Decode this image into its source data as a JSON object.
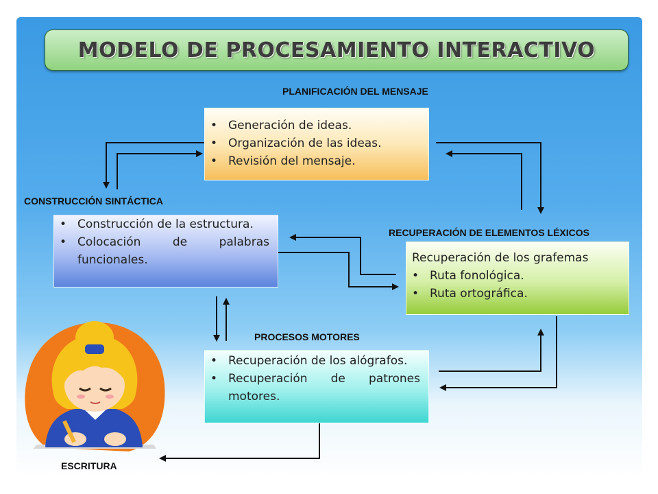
{
  "title": "MODELO DE PROCESAMIENTO INTERACTIVO",
  "labels": {
    "planificacion": "PLANIFICACIÓN DEL MENSAJE",
    "construccion": "CONSTRUCCIÓN SINTÁCTICA",
    "recuperacion": "RECUPERACIÓN DE ELEMENTOS LÉXICOS",
    "procesos": "PROCESOS MOTORES",
    "escritura": "ESCRITURA"
  },
  "boxes": {
    "planificacion": {
      "items": [
        "Generación de ideas.",
        "Organización de las ideas.",
        "Revisión del mensaje."
      ]
    },
    "construccion": {
      "items": [
        "Construcción de la estructura.",
        "Colocación de palabras funcionales."
      ]
    },
    "recuperacion": {
      "lead": "Recuperación de los grafemas",
      "items": [
        "Ruta fonológica.",
        "Ruta ortográfica."
      ]
    },
    "procesos": {
      "items": [
        "Recuperación de los alógrafos.",
        "Recuperación de patrones motores."
      ]
    }
  },
  "colors": {
    "background": "#4aa6e8",
    "title_box": "#90d37e",
    "planificacion_box": "#f7be5a",
    "construccion_box": "#5b84dd",
    "recuperacion_box": "#96cc3a",
    "procesos_box": "#3ed6d2",
    "girl_backdrop": "#f07a1a"
  },
  "illustration": "girl-writing-illustration"
}
